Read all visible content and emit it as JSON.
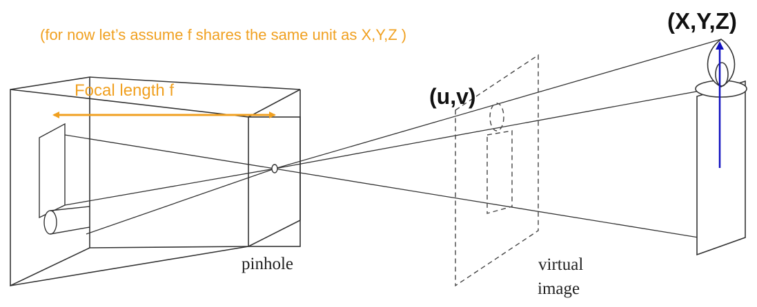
{
  "annotations": {
    "assumption_note": "(for now let’s assume f shares the same unit as X,Y,Z )",
    "focal_length": "Focal length f",
    "image_point": "(u,v)",
    "world_point": "(X,Y,Z)"
  },
  "labels": {
    "pinhole": "pinhole",
    "virtual_image_line1": "virtual",
    "virtual_image_line2": "image"
  },
  "colors": {
    "annotation": "#f0a020",
    "height_arrow": "#1010c0",
    "line_art": "#333333"
  }
}
